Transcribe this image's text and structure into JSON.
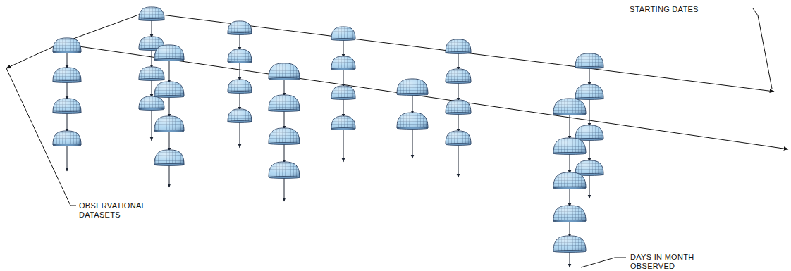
{
  "diagram": {
    "labels": [
      "STARTING DATES",
      "OBSERVATIONAL DATASETS",
      "DAYS IN MONTH OBSERVED"
    ]
  }
}
